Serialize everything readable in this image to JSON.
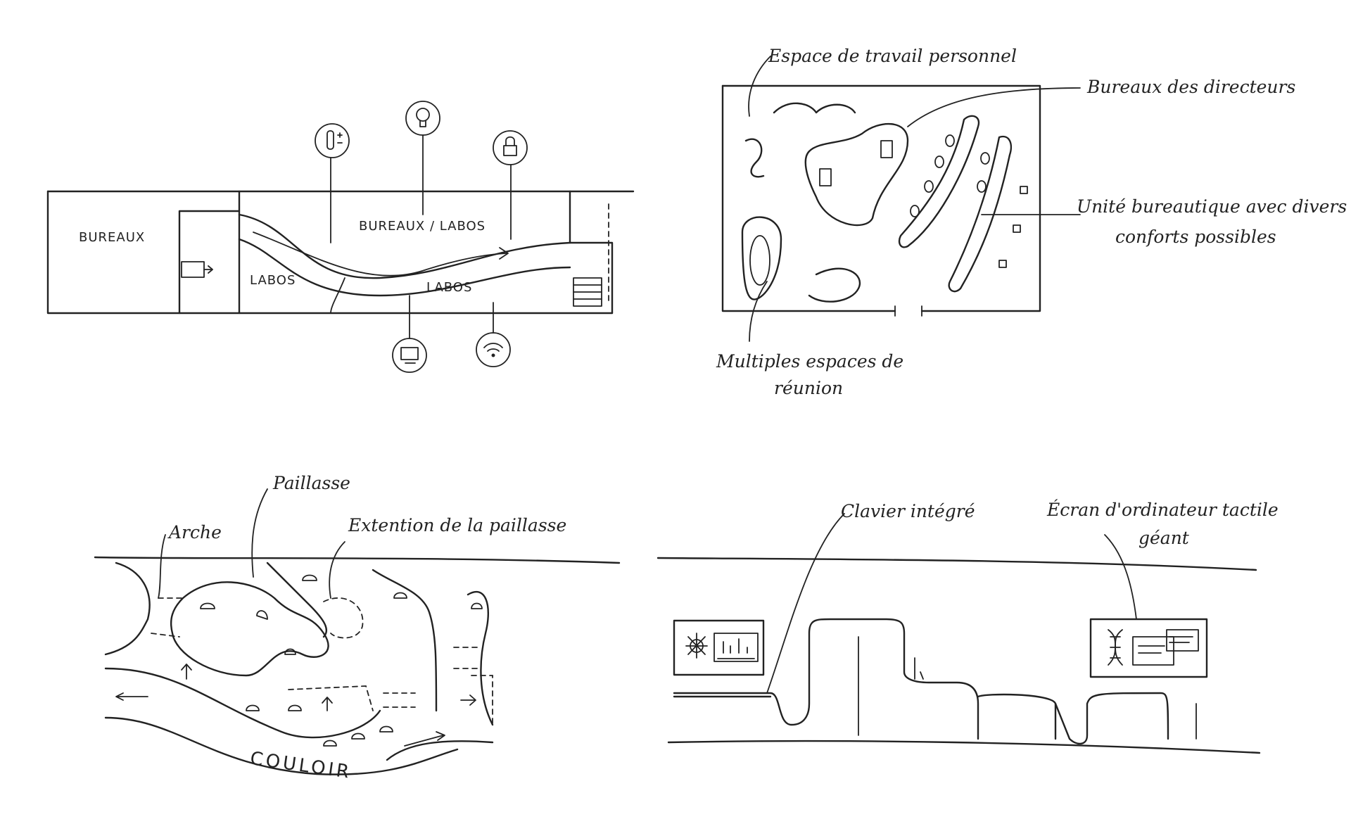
{
  "colors": {
    "ink": "#222222",
    "paper": "#ffffff"
  },
  "panel_top_left": {
    "rooms": {
      "bureaux": "BUREAUX",
      "bureaux_labos": "BUREAUX / LABOS",
      "labos_left": "LABOS",
      "labos_bottom": "LABOS"
    },
    "icons": [
      "thermometer-icon",
      "lightbulb-icon",
      "padlock-icon",
      "computer-icon",
      "wifi-icon"
    ]
  },
  "panel_top_right": {
    "labels": {
      "personal_workspace": "Espace de travail personnel",
      "directors_offices": "Bureaux des directeurs",
      "office_unit_line1": "Unité bureautique avec divers",
      "office_unit_line2": "conforts possibles",
      "meeting_line1": "Multiples espaces de",
      "meeting_line2": "réunion"
    }
  },
  "panel_bottom_left": {
    "labels": {
      "paillasse": "Paillasse",
      "arche": "Arche",
      "extension": "Extention de la paillasse",
      "couloir": "COULOIR"
    }
  },
  "panel_bottom_right": {
    "labels": {
      "keyboard": "Clavier intégré",
      "screen_line1": "Écran d'ordinateur tactile",
      "screen_line2": "géant"
    }
  }
}
